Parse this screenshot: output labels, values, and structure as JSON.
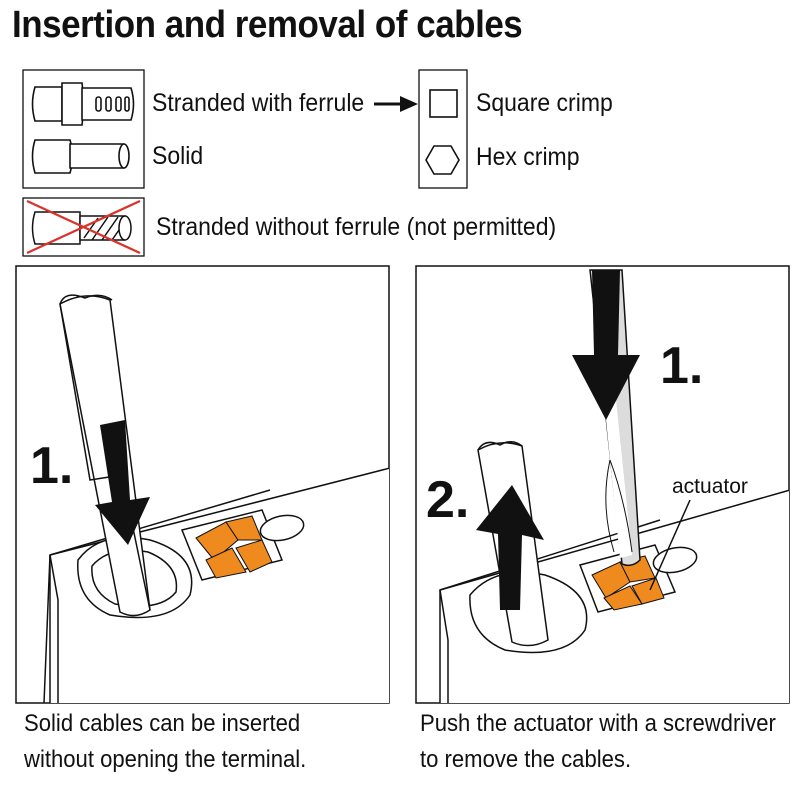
{
  "title": "Insertion and removal of cables",
  "legend": {
    "stranded_with_ferrule": "Stranded with ferrule",
    "solid": "Solid",
    "square_crimp": "Square crimp",
    "hex_crimp": "Hex crimp",
    "stranded_without_ferrule": "Stranded without ferrule (not permitted)"
  },
  "panel_insert": {
    "step_label": "1.",
    "caption_line1": "Solid cables can be inserted",
    "caption_line2": "without opening the terminal."
  },
  "panel_remove": {
    "step1_label": "1.",
    "step2_label": "2.",
    "actuator_label": "actuator",
    "caption_line1": "Push the actuator with a screwdriver",
    "caption_line2": "to remove the cables."
  },
  "colors": {
    "clamp_orange": "#ef8a1f",
    "line": "#111111",
    "not_permitted_cross": "#d9332c",
    "screwdriver_shaft": "#dcdcdc"
  }
}
